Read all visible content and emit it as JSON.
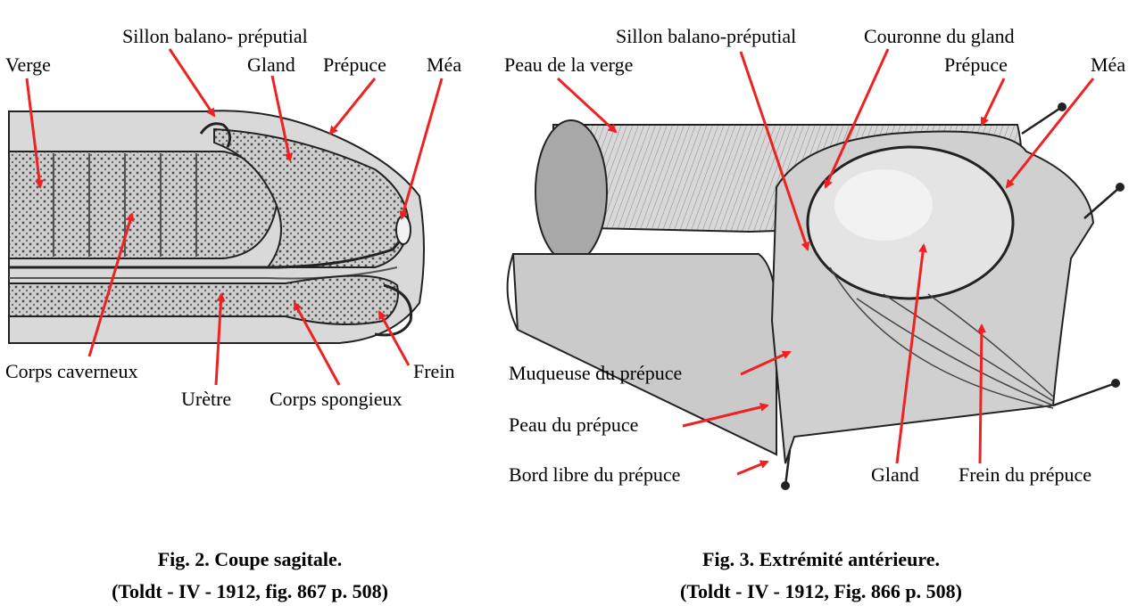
{
  "figure2": {
    "labels": {
      "verge": "Verge",
      "sillon": "Sillon balano- préputial",
      "gland": "Gland",
      "prepuce": "Prépuce",
      "mea": "Méa",
      "corps_caverneux": "Corps caverneux",
      "uretre": "Urètre",
      "corps_spongieux": "Corps spongieux",
      "frein": "Frein"
    },
    "caption_line1": "Fig. 2. Coupe sagitale.",
    "caption_line2": "(Toldt - IV - 1912, fig. 867 p. 508)"
  },
  "figure3": {
    "labels": {
      "sillon": "Sillon balano-préputial",
      "couronne": "Couronne du gland",
      "peau_verge": "Peau de la verge",
      "prepuce": "Prépuce",
      "mea": "Méa",
      "muqueuse": "Muqueuse du prépuce",
      "peau_prepuce": "Peau du prépuce",
      "bord_libre": "Bord libre du prépuce",
      "gland": "Gland",
      "frein": "Frein du prépuce"
    },
    "caption_line1": "Fig. 3. Extrémité antérieure.",
    "caption_line2": "(Toldt - IV - 1912, Fig. 866 p. 508)"
  },
  "colors": {
    "arrow": "#ee2222",
    "ink": "#222222",
    "tissue": "#bdbdbd"
  }
}
